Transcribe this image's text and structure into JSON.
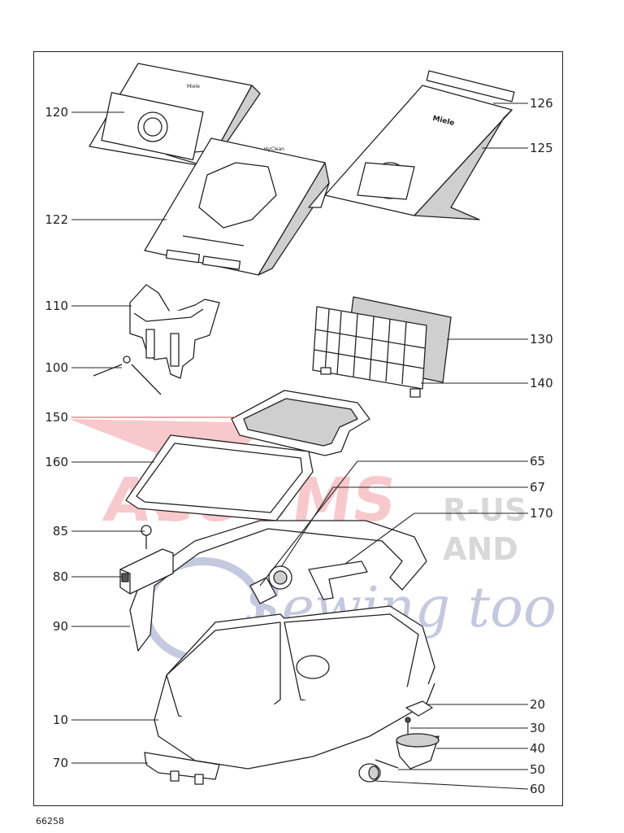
{
  "labels": {
    "l120": "120",
    "l122": "122",
    "l126": "126",
    "l125": "125",
    "l110": "110",
    "l100": "100",
    "l130": "130",
    "l140": "140",
    "l150": "150",
    "l160": "160",
    "l65": "65",
    "l67": "67",
    "l170": "170",
    "l85": "85",
    "l80": "80",
    "l90": "90",
    "l10": "10",
    "l70": "70",
    "l20": "20",
    "l30": "30",
    "l40": "40",
    "l50": "50",
    "l60": "60"
  },
  "document_number": "66258",
  "watermark": {
    "line1": "ACUUMS",
    "line2": "R-US",
    "line3": "AND",
    "line4": "Sewing too"
  },
  "bag_text": {
    "brand_top": "Miele",
    "brand_mid": "HyClean",
    "brand_right": "Miele"
  },
  "colors": {
    "watermark_red": "#e8424a",
    "watermark_blue": "#2f3f8f",
    "line": "#222222"
  }
}
